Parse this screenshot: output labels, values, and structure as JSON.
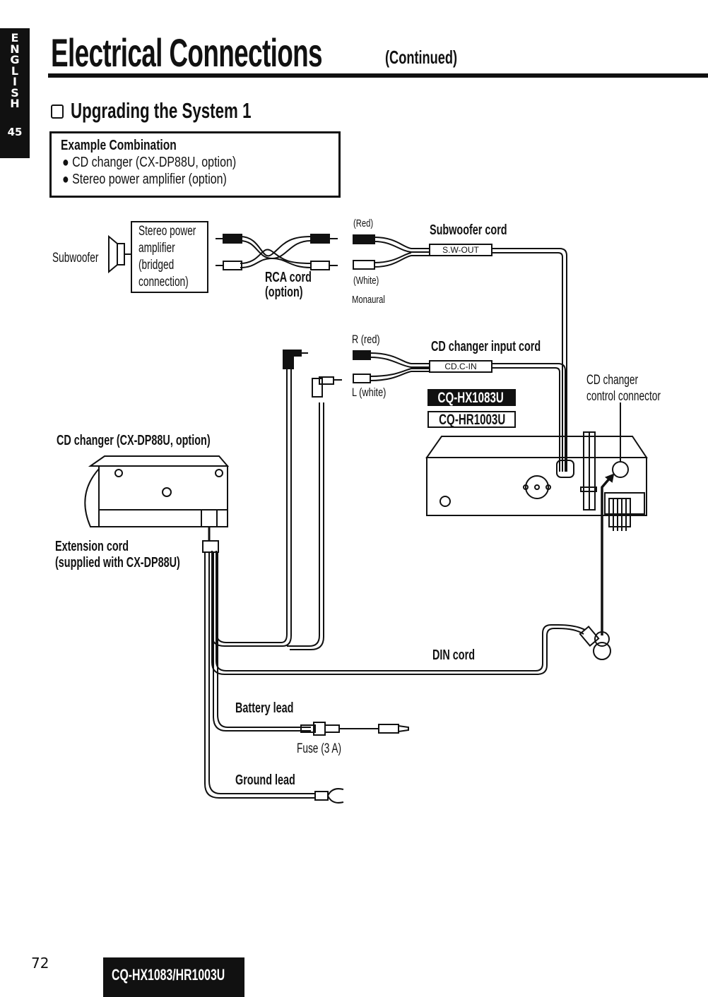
{
  "side_tab": {
    "language_letters": "E N G L I S H",
    "section_number": "45"
  },
  "header": {
    "title": "Electrical Connections",
    "title_suffix": "(Continued)"
  },
  "section": {
    "title": "Upgrading the System 1"
  },
  "example_combination": {
    "heading": "Example Combination",
    "items": [
      "CD changer (CX-DP88U, option)",
      "Stereo power amplifier (option)"
    ]
  },
  "diagram": {
    "subwoofer": "Subwoofer",
    "amplifier": [
      "Stereo power",
      "amplifier",
      "(bridged",
      "connection)"
    ],
    "rca_cord": [
      "RCA cord",
      "(option)"
    ],
    "red": "(Red)",
    "white": "(White)",
    "monaural": "Monaural",
    "subwoofer_cord": "Subwoofer cord",
    "sw_out": "S.W-OUT",
    "r_red": "R (red)",
    "l_white": "L (white)",
    "cd_changer_input_cord": "CD changer input cord",
    "cd_c_in": "CD.C-IN",
    "models": [
      "CQ-HX1083U",
      "CQ-HR1003U"
    ],
    "cd_changer_control_connector": [
      "CD changer",
      "control connector"
    ],
    "cd_changer": "CD changer (CX-DP88U, option)",
    "extension_cord": [
      "Extension cord",
      "(supplied with CX-DP88U)"
    ],
    "din_cord": "DIN cord",
    "battery_lead": "Battery lead",
    "fuse": "Fuse (3 A)",
    "ground_lead": "Ground lead"
  },
  "footer": {
    "page_number": "72",
    "model_label": "CQ-HX1083/HR1003U"
  }
}
